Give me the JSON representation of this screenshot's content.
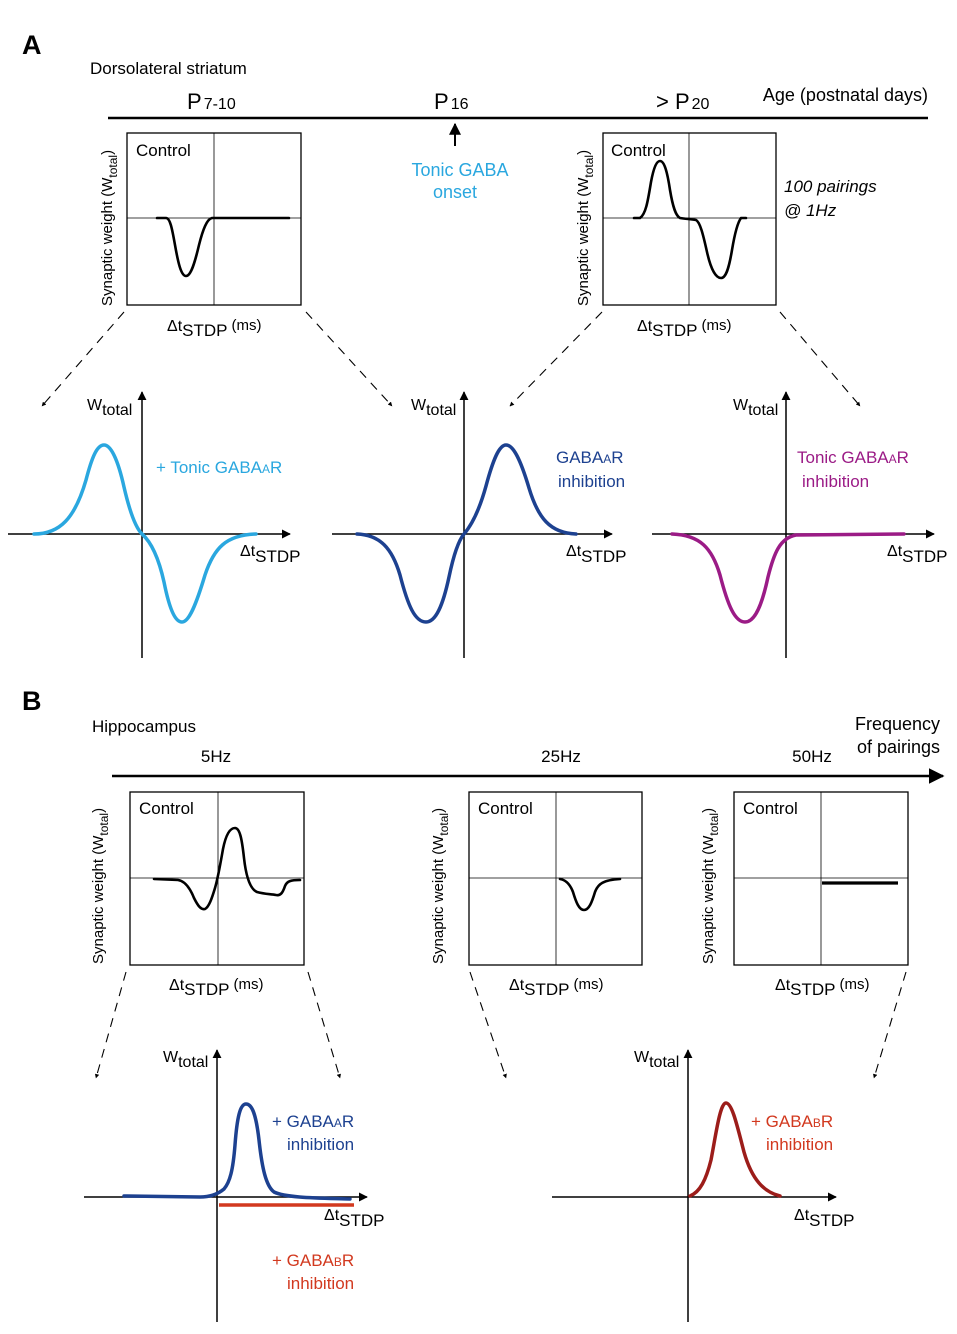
{
  "panel_a": {
    "letter": "A",
    "region": "Dorsolateral striatum",
    "timeline": {
      "ages": [
        {
          "main": "P",
          "sub": "7-10"
        },
        {
          "main": "P",
          "sub": "16"
        },
        {
          "main": "> P",
          "sub": "20"
        }
      ],
      "axis_label": "Age (postnatal days)",
      "onset_label_1": "Tonic GABA",
      "onset_label_2": "onset"
    },
    "protocol_1": "100 pairings",
    "protocol_2": "@ 1Hz",
    "plots": [
      {
        "label_1": "+ Tonic GABA",
        "label_sub": "A",
        "label_2": "R",
        "label_3": ""
      },
      {
        "label_1": "GABA",
        "label_sub": "A",
        "label_2": "R",
        "label_3": "inhibition"
      },
      {
        "label_1": "Tonic GABA",
        "label_sub": "A",
        "label_2": "R",
        "label_3": "inhibition"
      }
    ]
  },
  "panel_b": {
    "letter": "B",
    "region": "Hippocampus",
    "axis_label_1": "Frequency",
    "axis_label_2": "of pairings",
    "frequencies": [
      "5Hz",
      "25Hz",
      "50Hz"
    ],
    "plot_left": {
      "label_1": "+ GABA",
      "label_sub": "A",
      "label_2": "R",
      "label_3": "inhibition",
      "label_b1": "+ GABA",
      "label_bsub": "B",
      "label_b2": "R",
      "label_b3": "inhibition"
    },
    "plot_right": {
      "label_1": "+ GABA",
      "label_sub": "B",
      "label_2": "R",
      "label_3": "inhibition"
    }
  },
  "common": {
    "control": "Control",
    "ylabel_main": "Synaptic weight (W",
    "ylabel_sub": "total",
    "ylabel_end": ")",
    "xlabel_main": "Δt",
    "xlabel_sub": "STDP",
    "xlabel_unit": "(ms)",
    "w_main": "W",
    "w_sub": "total"
  },
  "colors": {
    "light_blue": "#2aa7df",
    "dark_blue": "#1d4190",
    "purple": "#9b1b86",
    "red": "#d2391f",
    "dark_red": "#9c1d1a"
  }
}
